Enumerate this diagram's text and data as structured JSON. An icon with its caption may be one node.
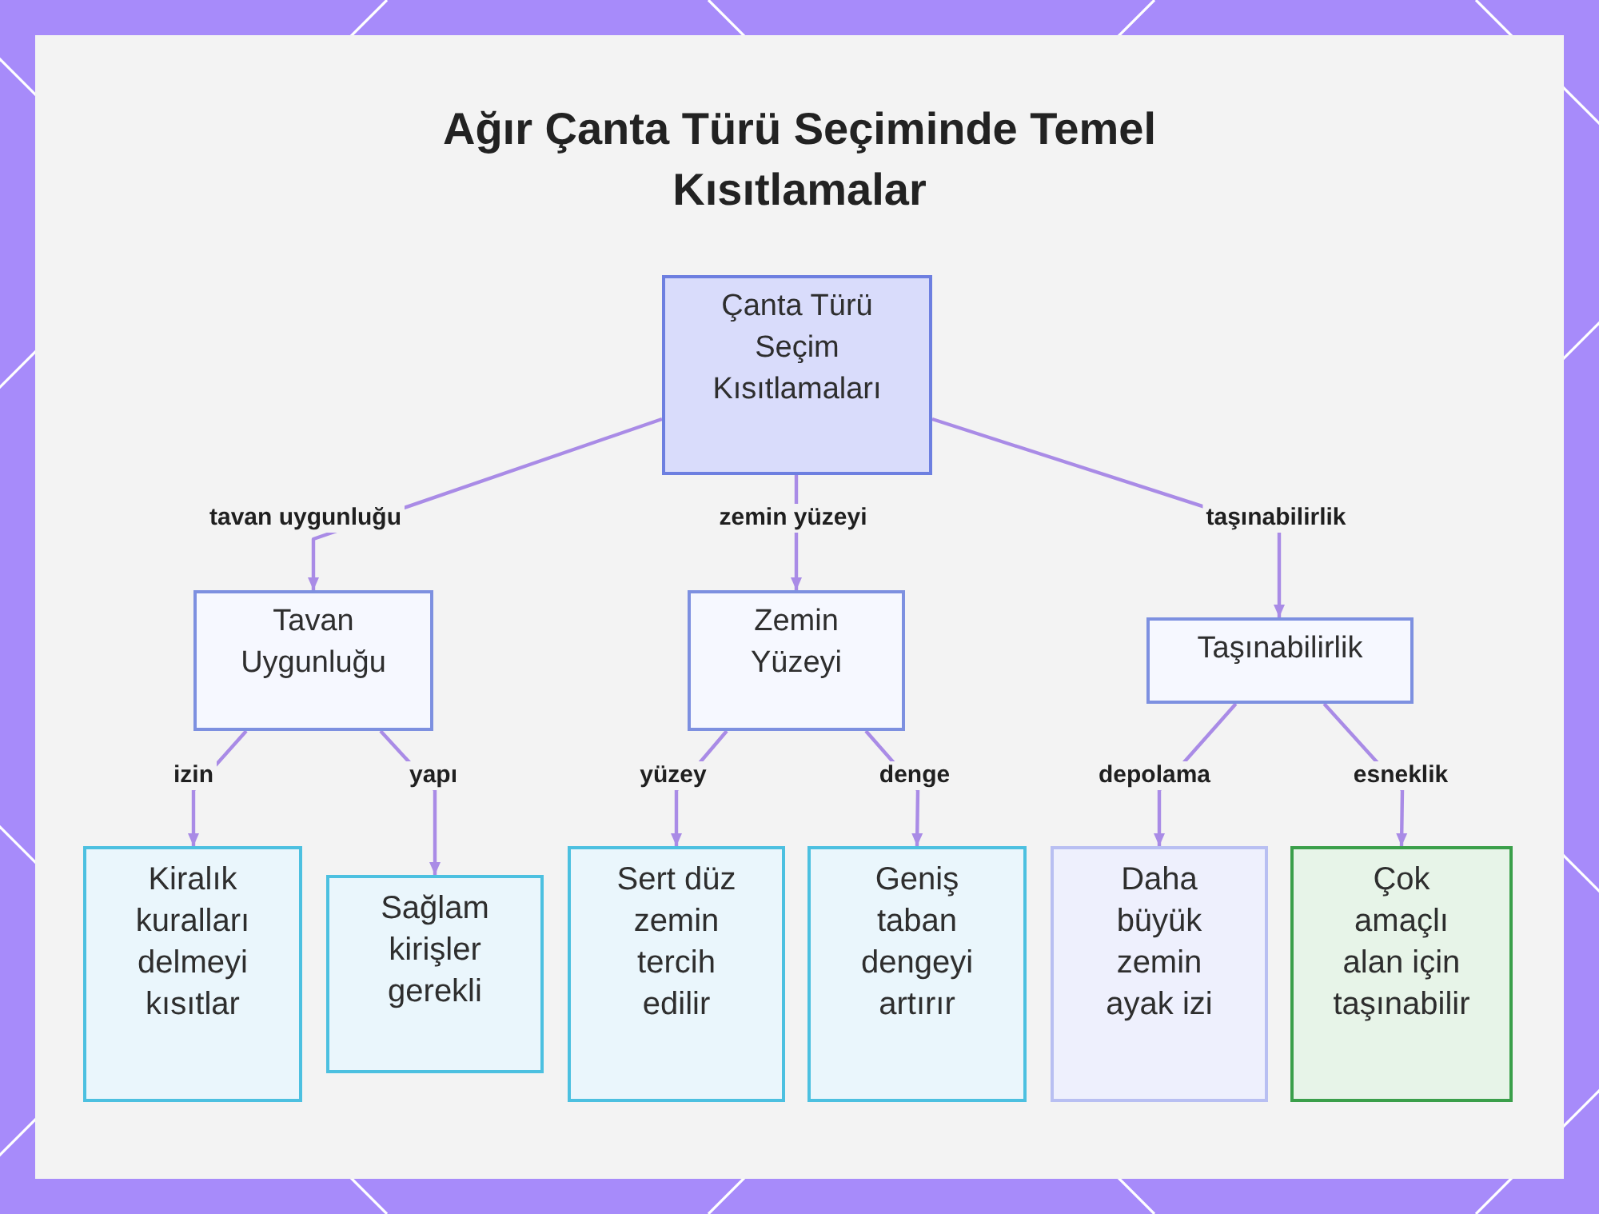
{
  "diagram": {
    "title": "Ağır Çanta Türü Seçiminde Temel Kısıtlamalar",
    "nodes": [
      {
        "text": [
          "Çanta Türü Seçim Kısıtlamaları"
        ]
      },
      {
        "text": [
          "Tavan Uygunluğu"
        ]
      },
      {
        "text": [
          "Zemin Yüzeyi"
        ]
      },
      {
        "text": [
          "Taşınabilirlik"
        ]
      },
      {
        "text": [
          "Kiralık kuralları delmeyi kısıtlar"
        ]
      },
      {
        "text": [
          "Sağlam kirişler gerekli"
        ]
      },
      {
        "text": [
          "Sert düz zemin tercih edilir"
        ]
      },
      {
        "text": [
          "Geniş taban dengeyi artırır"
        ]
      },
      {
        "text": [
          "Daha büyük zemin ayak izi"
        ]
      },
      {
        "text": [
          "Çok amaçlı alan için taşınabilir"
        ]
      }
    ],
    "edges": [
      {
        "from": 0,
        "to": 1,
        "arrow": "to",
        "label": "tavan uygunluğu"
      },
      {
        "from": 0,
        "to": 2,
        "arrow": "to",
        "label": "zemin yüzeyi"
      },
      {
        "from": 0,
        "to": 3,
        "arrow": "to",
        "label": "taşınabilirlik"
      },
      {
        "from": 1,
        "to": 4,
        "arrow": "to",
        "label": "izin"
      },
      {
        "from": 1,
        "to": 5,
        "arrow": "to",
        "label": "yapı"
      },
      {
        "from": 2,
        "to": 6,
        "arrow": "to",
        "label": "yüzey"
      },
      {
        "from": 2,
        "to": 7,
        "arrow": "to",
        "label": "denge"
      },
      {
        "from": 3,
        "to": 8,
        "arrow": "to",
        "label": "depolama"
      },
      {
        "from": 3,
        "to": 9,
        "arrow": "to",
        "label": "esneklik"
      }
    ]
  }
}
